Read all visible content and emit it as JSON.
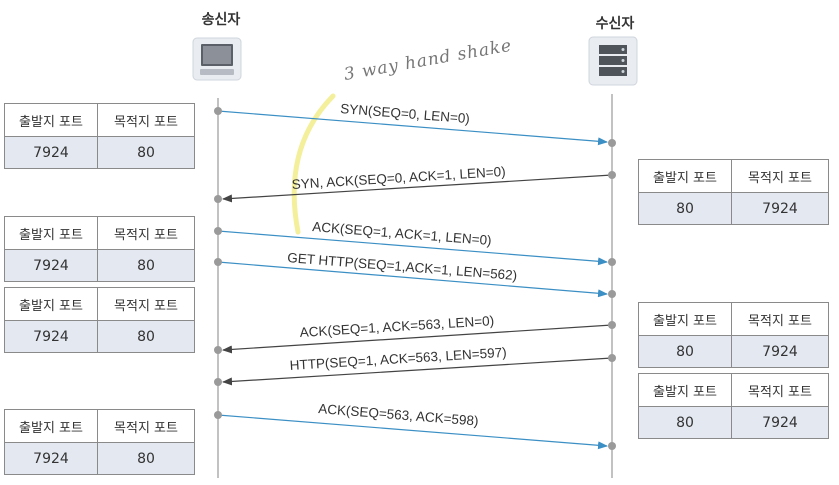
{
  "actors": {
    "sender": {
      "label": "송신자",
      "icon": "computer-icon"
    },
    "receiver": {
      "label": "수신자",
      "icon": "server-icon"
    }
  },
  "annotation": {
    "text": "3 way hand shake",
    "highlight_color": "#f4ef9a"
  },
  "colors": {
    "to_receiver_arrow": "#3b8fc4",
    "to_sender_arrow": "#444444",
    "lifeline": "#999999",
    "dot": "#9a9a9a",
    "table_value_bg": "#e3e8f1"
  },
  "messages": [
    {
      "label": "SYN(SEQ=0, LEN=0)",
      "direction": "to_receiver"
    },
    {
      "label": "SYN, ACK(SEQ=0, ACK=1, LEN=0)",
      "direction": "to_sender"
    },
    {
      "label": "ACK(SEQ=1, ACK=1, LEN=0)",
      "direction": "to_receiver"
    },
    {
      "label": "GET HTTP(SEQ=1,ACK=1, LEN=562)",
      "direction": "to_receiver"
    },
    {
      "label": "ACK(SEQ=1, ACK=563, LEN=0)",
      "direction": "to_sender"
    },
    {
      "label": "HTTP(SEQ=1, ACK=563, LEN=597)",
      "direction": "to_sender"
    },
    {
      "label": "ACK(SEQ=563, ACK=598)",
      "direction": "to_receiver"
    }
  ],
  "port_tables": {
    "header": {
      "src": "출발지 포트",
      "dst": "목적지 포트"
    },
    "sender_side": [
      {
        "src": "7924",
        "dst": "80"
      },
      {
        "src": "7924",
        "dst": "80"
      },
      {
        "src": "7924",
        "dst": "80"
      },
      {
        "src": "7924",
        "dst": "80"
      }
    ],
    "receiver_side": [
      {
        "src": "80",
        "dst": "7924"
      },
      {
        "src": "80",
        "dst": "7924"
      },
      {
        "src": "80",
        "dst": "7924"
      }
    ]
  }
}
